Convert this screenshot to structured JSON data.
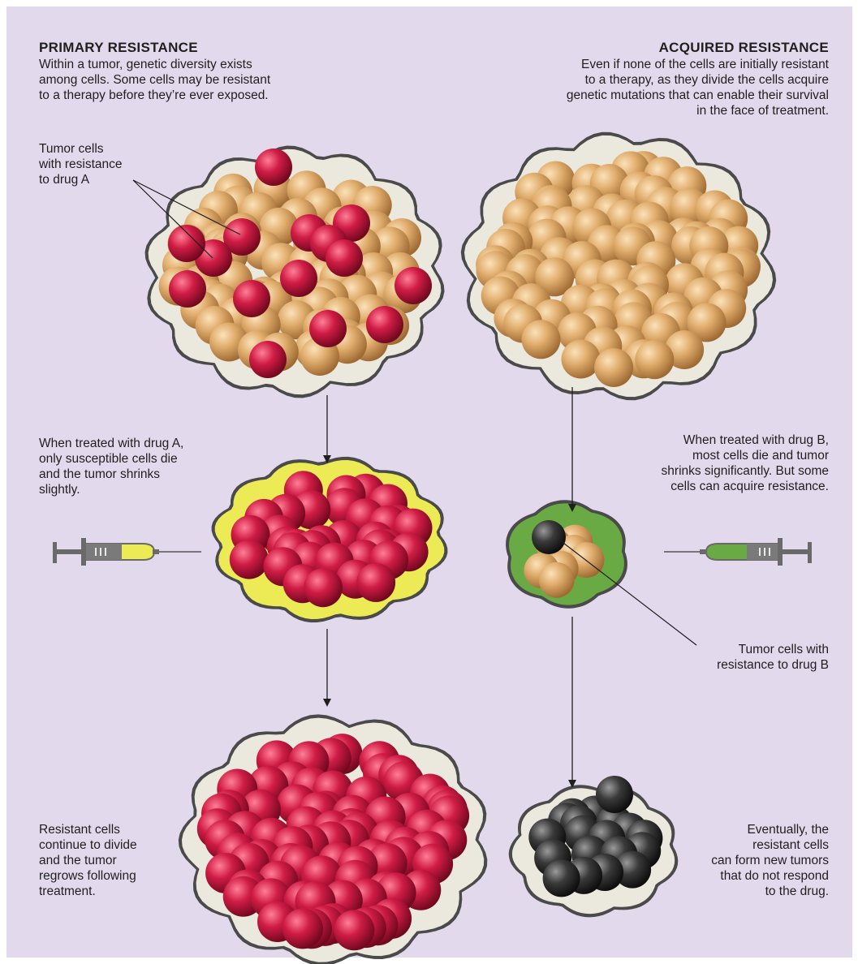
{
  "primary": {
    "heading": "PRIMARY RESISTANCE",
    "intro": "Within a tumor, genetic diversity exists\namong cells. Some cells may be resistant\nto a therapy before they’re ever exposed.",
    "callout": "Tumor cells\nwith resistance\nto drug A",
    "treatment": "When treated with drug A,\nonly susceptible cells die\nand the tumor shrinks\nslightly.",
    "outcome": "Resistant cells\ncontinue to divide\nand the tumor\nregrows following\ntreatment."
  },
  "acquired": {
    "heading": "ACQUIRED RESISTANCE",
    "intro": "Even if none of the cells are initially resistant\nto a therapy, as they divide the cells acquire\ngenetic mutations that can enable their survival\nin the face of treatment.",
    "treatment": "When treated with drug B,\nmost cells die and tumor\nshrinks significantly. But some\ncells can acquire resistance.",
    "callout": "Tumor cells with\nresistance to drug B",
    "outcome": "Eventually, the\nresistant cells\ncan form new tumors\nthat do not respond\nto the drug."
  },
  "colors": {
    "background": "#e3d9ec",
    "susceptible_cell": "#d9a566",
    "resistant_cell_drug_a": "#c8183f",
    "resistant_cell_drug_b": "#2e2e2e",
    "drug_a": "#ecea55",
    "drug_b": "#6aaa45",
    "tumor_membrane": "#ebe8de"
  },
  "icons": {
    "syringe_a": "syringe-icon",
    "syringe_b": "syringe-icon"
  }
}
